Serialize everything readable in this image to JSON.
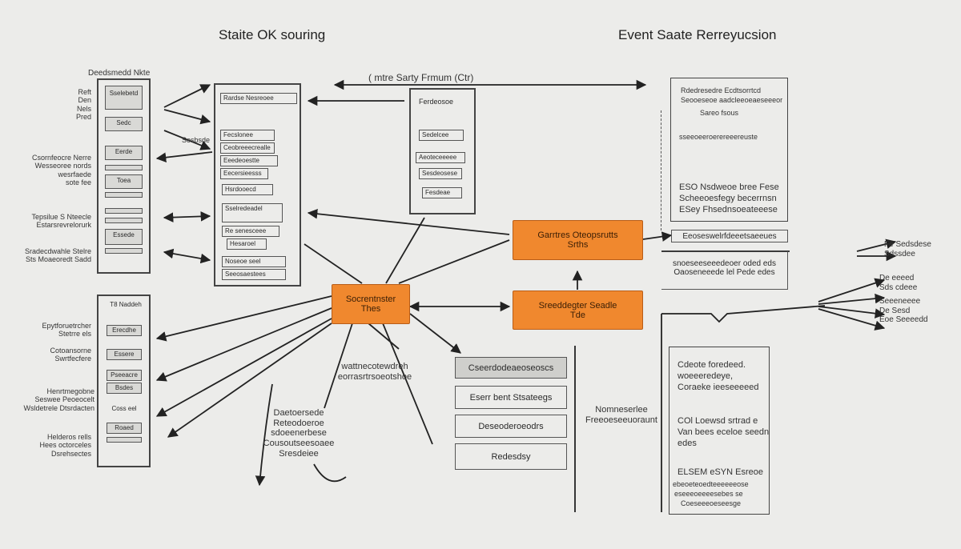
{
  "titles": {
    "left": "Staite OK souring",
    "right": "Event Saate Rerreyucsion",
    "top_arrow": "( mtre Sarty Frmum (Ctr)"
  },
  "left_column": {
    "header": "Deedsmedd Nkte",
    "top_labels": [
      "Reft",
      "Den",
      "Nels",
      "Pred"
    ],
    "labels": [
      [
        "Csornfeocre Nerre",
        "Wesseoree nords",
        "wesrfaede",
        "sote fee"
      ],
      [
        "Tepsilue S Nteecle",
        "Estarsrevrelorurk"
      ],
      [
        "Sradecdwahle Stelre",
        "Sts Moaeoredt Sadd"
      ],
      [
        "Epytforuetrcher",
        "Stetrre els",
        "Cotoansorne",
        "Swrtfecfere"
      ],
      [
        "Henrtmegobne",
        "Seswee Peoeocelt",
        "Wsldetrele Dtsrdacten"
      ],
      [
        "Helderos rells",
        "Hees octorceles",
        "Dsrehsectes"
      ]
    ],
    "stack1": [
      "Sselebetd",
      "Sedc",
      "Eerde",
      "Toea",
      "Essede"
    ],
    "stack2": [
      "T8 Naddeh",
      "Erecdhe",
      "Essere",
      "Pseeacre",
      "Bsdes",
      "Coss eel",
      "Roaed"
    ]
  },
  "panel2": {
    "header": "Rardse Nesreoee",
    "side_label": "Sesbsde",
    "items": [
      "Fecslonee",
      "Ceobreeecrealle",
      "Eeedeoestte",
      "Eecersieesss",
      "Hsrdooecd",
      "Sselredeadel",
      "Re senesceee",
      "Hesaroel",
      "Noseoe seel",
      "Seeosaestees"
    ]
  },
  "panel3": {
    "items": [
      "Ferdeosoe",
      "Sedelcee",
      "Aeoteceeeee",
      "Sesdeosese",
      "Fesdeae"
    ]
  },
  "orange_boxes": {
    "left": [
      "Socrentnster",
      "Thes"
    ],
    "top_right": [
      "Garrtres Oteopsrutts",
      "Srths"
    ],
    "bottom_right": [
      "Sreeddegter Seadle",
      "Tde"
    ]
  },
  "center": {
    "mid_label": [
      "wattnecotewdreh",
      "eorrasrtrsoeotshoe"
    ],
    "bottom_label": [
      "Daetoersede",
      "Reteodoeroe",
      "sdoeenerbese",
      "Cousoutseesoaee",
      "Sresdeiee"
    ],
    "stack": [
      "Cseerdodeaeoseoscs",
      "Eserr bent Stsateegs",
      "Deseoderoeodrs",
      "Redesdsy"
    ]
  },
  "right": {
    "side_label": [
      "Nomneserlee",
      "Freeoeseeuoraunt"
    ],
    "top_items": [
      "Rdedresedre Ecdtsorrtcd",
      "Seooeseoe aadcleeoeaeseeeor",
      "Sareo fsous",
      "sseeoeeroerereeereuste",
      "ESO Nsdweoe bree Fese",
      "Scheeoesfegy becerrnsn",
      "ESey Fhsednsoeateeese"
    ],
    "banner": "Eeoseswelrfdeeetsaeeues",
    "mid_box": [
      "snoeseeseeedeoer oded eds",
      "Oaoseneeede lel Pede edes"
    ],
    "bottom_items": [
      "Cdeote foredeed.",
      "woeeeredeye,",
      "Coraeke ieeseeeeed",
      "COl Loewsd srtrad e",
      "Van bees eceloe seedn",
      "edes",
      "ELSEM eSYN Esreoe",
      "ebeoeteoedteeeeeeose",
      "eseeeoeeeesebes se",
      "Coeseeeoeseesge"
    ],
    "far_right_1": [
      "Fe Sedsdese",
      "Sdssdee"
    ],
    "far_right_2": [
      "De eeeed",
      "Sds cdeee",
      "Seeeneeee",
      "De Sesd",
      "Eoe Seeeedd"
    ]
  },
  "colors": {
    "accent": "#f0882e",
    "accent_border": "#b85d18",
    "ink": "#2a2a2a",
    "paper": "#ececea"
  }
}
